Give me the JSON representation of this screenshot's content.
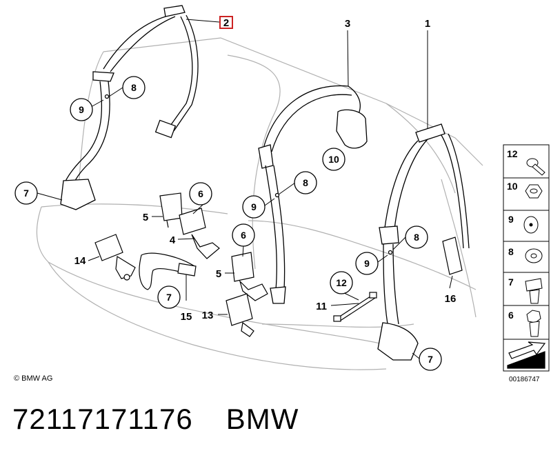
{
  "callouts": {
    "c1": "1",
    "c2": "2",
    "c3": "3",
    "c4": "4",
    "c5a": "5",
    "c5b": "5",
    "c6a": "6",
    "c6b": "6",
    "c7a": "7",
    "c7b": "7",
    "c7c": "7",
    "c8a": "8",
    "c8b": "8",
    "c8c": "8",
    "c9a": "9",
    "c9b": "9",
    "c9c": "9",
    "c10": "10",
    "c11": "11",
    "c12": "12",
    "c13": "13",
    "c14": "14",
    "c15": "15",
    "c16": "16"
  },
  "legend": {
    "items": [
      "12",
      "10",
      "9",
      "8",
      "7",
      "6"
    ],
    "diagram_number": "00186747"
  },
  "copyright": "© BMW AG",
  "part_number": "72117171176",
  "brand": "BMW",
  "colors": {
    "highlight": "#cc2222",
    "line": "#000000",
    "seat_outline": "#b0b0b0"
  }
}
